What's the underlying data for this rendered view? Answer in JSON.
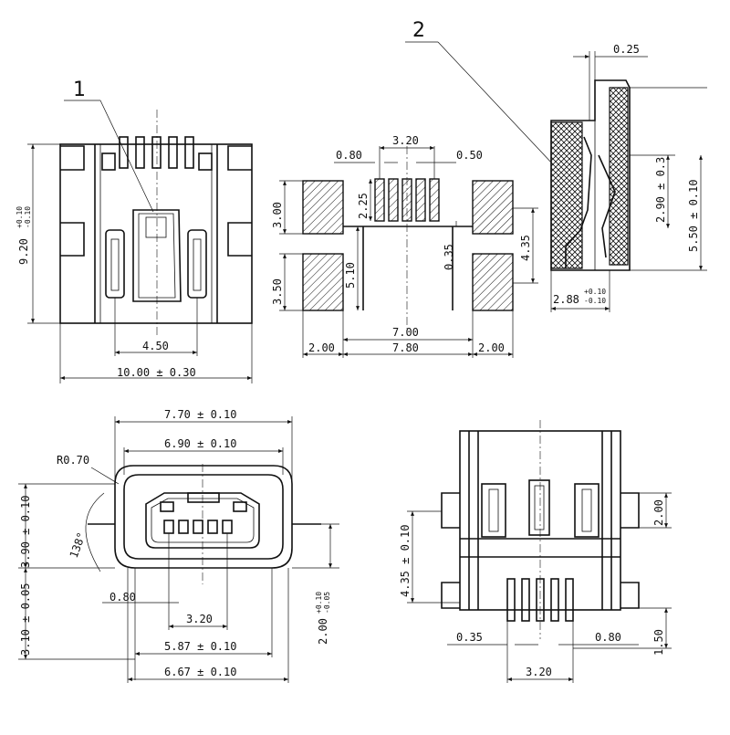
{
  "callouts": {
    "one": "1",
    "two": "2"
  },
  "top_view": {
    "dim_width": "10.00 ± 0.30",
    "dim_inner": "4.50",
    "dim_height_main": "9.20",
    "dim_height_tol_plus": "+0.10",
    "dim_height_tol_minus": "-0.10"
  },
  "footprint": {
    "dim_pitch_span": "3.20",
    "dim_pad_width": "0.80",
    "dim_pitch_gap": "0.50",
    "dim_pad_len": "2.25",
    "dim_mount_pad_h": "3.00",
    "dim_mount_pad_h2": "3.50",
    "dim_inner_h": "5.10",
    "dim_gap": "0.35",
    "dim_right_h": "4.35",
    "dim_inner_w": "7.00",
    "dim_left_w": "2.00",
    "dim_overall_w": "7.80",
    "dim_right_w": "2.00"
  },
  "side_view": {
    "dim_thickness": "0.25",
    "dim_inner_h": "2.90 ± 0.3",
    "dim_total_h": "5.50 ± 0.10",
    "dim_depth_main": "2.88",
    "dim_depth_tol_plus": "+0.10",
    "dim_depth_tol_minus": "-0.10"
  },
  "front_view": {
    "dim_outer_w": "7.70 ± 0.10",
    "dim_inner_w": "6.90 ± 0.10",
    "dim_radius": "R0.70",
    "dim_angle": "138°",
    "dim_height": "3.90 ± 0.10",
    "dim_lower_h": "3.10 ± 0.05",
    "dim_offset": "0.80",
    "dim_pin_span": "3.20",
    "dim_plug_w": "5.87 ± 0.10",
    "dim_base_w": "6.67 ± 0.10",
    "dim_right_h_main": "2.00",
    "dim_right_h_tol_plus": "+0.10",
    "dim_right_h_tol_minus": "-0.05"
  },
  "bottom_view": {
    "dim_left_h": "4.35 ± 0.10",
    "dim_right_h": "2.00",
    "dim_lead_h": "1.50",
    "dim_lead_w": "0.35",
    "dim_right_w": "0.80",
    "dim_pin_span": "3.20"
  }
}
